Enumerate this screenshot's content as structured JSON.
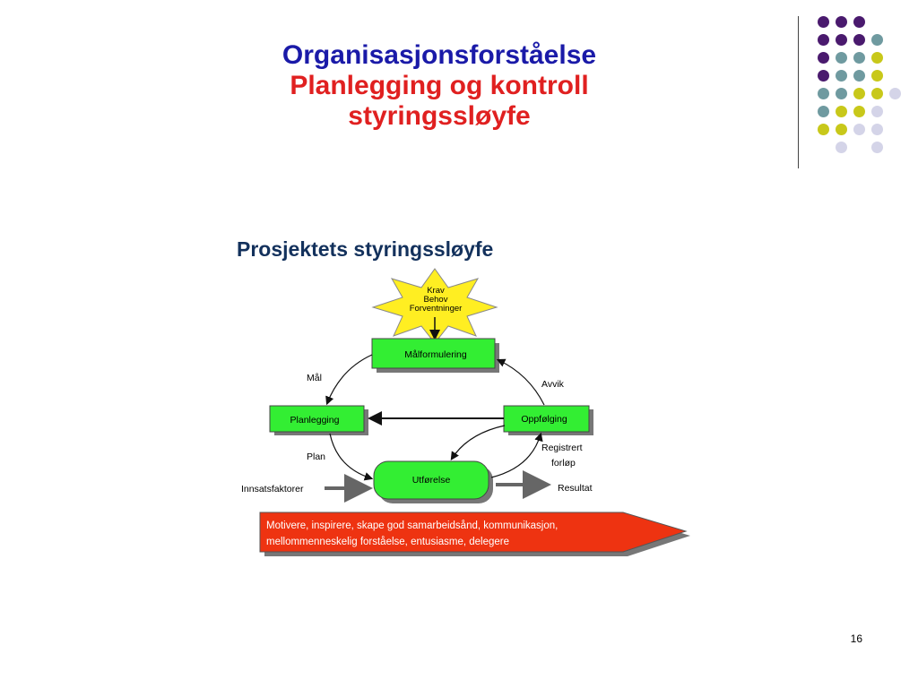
{
  "slide": {
    "title_line1": "Organisasjonsforståelse",
    "title_line2": "Planlegging og kontroll",
    "title_line3": "styringssløyfe",
    "page_number": "16"
  },
  "colors": {
    "title_blue": "#1a1aa8",
    "title_red": "#e02020",
    "box_green": "#33ee33",
    "star_yellow": "#ffee22",
    "arrow_red": "#ee3311",
    "dot_purple": "#4a1a6e",
    "dot_teal": "#6f9aa0",
    "dot_yellow": "#c8c81a",
    "dot_lavender": "#d4d4e8"
  },
  "decor_dots": [
    [
      "purple",
      "purple",
      "purple",
      "none"
    ],
    [
      "purple",
      "purple",
      "purple",
      "teal"
    ],
    [
      "purple",
      "teal",
      "teal",
      "yellow"
    ],
    [
      "purple",
      "teal",
      "teal",
      "yellow"
    ],
    [
      "teal",
      "teal",
      "yellow",
      "yellow",
      "lavender"
    ],
    [
      "teal",
      "yellow",
      "yellow",
      "lavender"
    ],
    [
      "yellow",
      "yellow",
      "lavender",
      "lavender"
    ],
    [
      "none",
      "lavender",
      "none",
      "lavender"
    ]
  ],
  "diagram": {
    "heading": "Prosjektets styringssløyfe",
    "star_lines": [
      "Krav",
      "Behov",
      "Forventninger"
    ],
    "box_malformulering": "Målformulering",
    "box_planlegging": "Planlegging",
    "box_oppfolging": "Oppfølging",
    "box_utforelse": "Utførelse",
    "label_mal": "Mål",
    "label_avvik": "Avvik",
    "label_plan": "Plan",
    "label_registrert": [
      "Registrert",
      "forløp"
    ],
    "label_innsatsfaktorer": "Innsatsfaktorer",
    "label_resultat": "Resultat",
    "banner_lines": [
      "Motivere, inspirere, skape god samarbeidsånd, kommunikasjon,",
      "mellommenneskelig forståelse, entusiasme, delegere"
    ]
  }
}
